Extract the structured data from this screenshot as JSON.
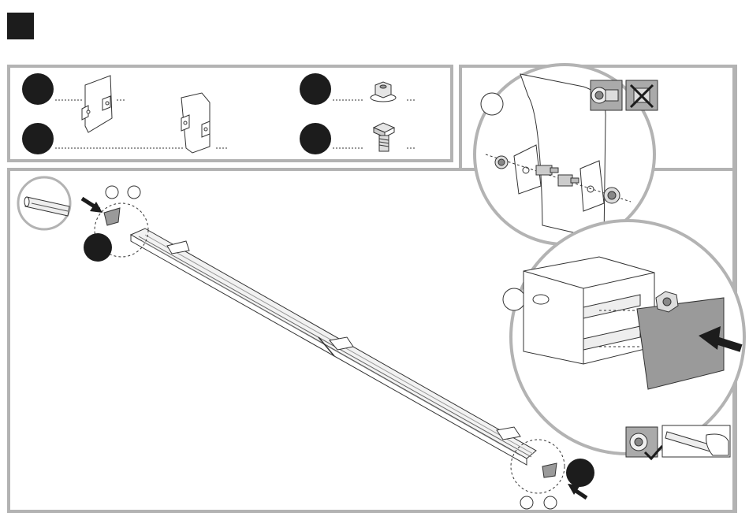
{
  "step": {
    "number": ""
  },
  "parts": [
    {
      "id": "part-a",
      "name": "bracket-plate-icon",
      "label": ""
    },
    {
      "id": "part-b",
      "name": "bracket-plate-long-icon",
      "label": ""
    },
    {
      "id": "part-c",
      "name": "flange-nut-icon",
      "label": ""
    },
    {
      "id": "part-d",
      "name": "square-head-bolt-icon",
      "label": ""
    }
  ],
  "icons": {
    "allowed": "wrench-nut-check-icon",
    "not_allowed": "wrench-nut-cross-icon",
    "tube_detail": "tube-end-icon",
    "hand_tool": "hand-with-rod-icon"
  },
  "colors": {
    "frame": "#b3b3b3",
    "badge": "#1c1c1c",
    "plate_fill": "#9a9a9a",
    "line": "#333333"
  }
}
